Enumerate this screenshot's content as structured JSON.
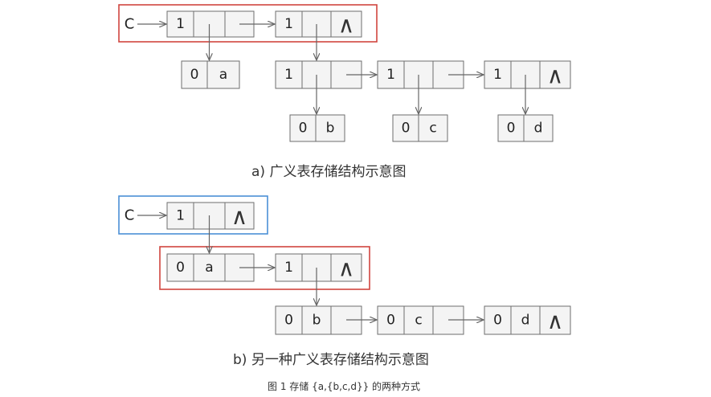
{
  "part_a": {
    "head_pointer": "C",
    "top_level": [
      {
        "tag": "1"
      },
      {
        "tag": "1",
        "tail": "∧"
      }
    ],
    "atom_a": {
      "tag": "0",
      "value": "a"
    },
    "sublist": [
      {
        "tag": "1"
      },
      {
        "tag": "1"
      },
      {
        "tag": "1",
        "tail": "∧"
      }
    ],
    "sublist_atoms": [
      {
        "tag": "0",
        "value": "b"
      },
      {
        "tag": "0",
        "value": "c"
      },
      {
        "tag": "0",
        "value": "d"
      }
    ],
    "caption": "a) 广义表存储结构示意图"
  },
  "part_b": {
    "head_pointer": "C",
    "head_node": {
      "tag": "1",
      "tail": "∧"
    },
    "top_level": [
      {
        "tag": "0",
        "value": "a"
      },
      {
        "tag": "1",
        "tail": "∧"
      }
    ],
    "sublist": [
      {
        "tag": "0",
        "value": "b"
      },
      {
        "tag": "0",
        "value": "c"
      },
      {
        "tag": "0",
        "value": "d",
        "tail": "∧"
      }
    ],
    "caption": "b) 另一种广义表存储结构示意图"
  },
  "figure_caption": "图 1 存储 {a,{b,c,d}} 的两种方式",
  "colors": {
    "highlight_red": "#d0453f",
    "highlight_blue": "#4b8fd6",
    "box_border": "#6e6e6e"
  }
}
